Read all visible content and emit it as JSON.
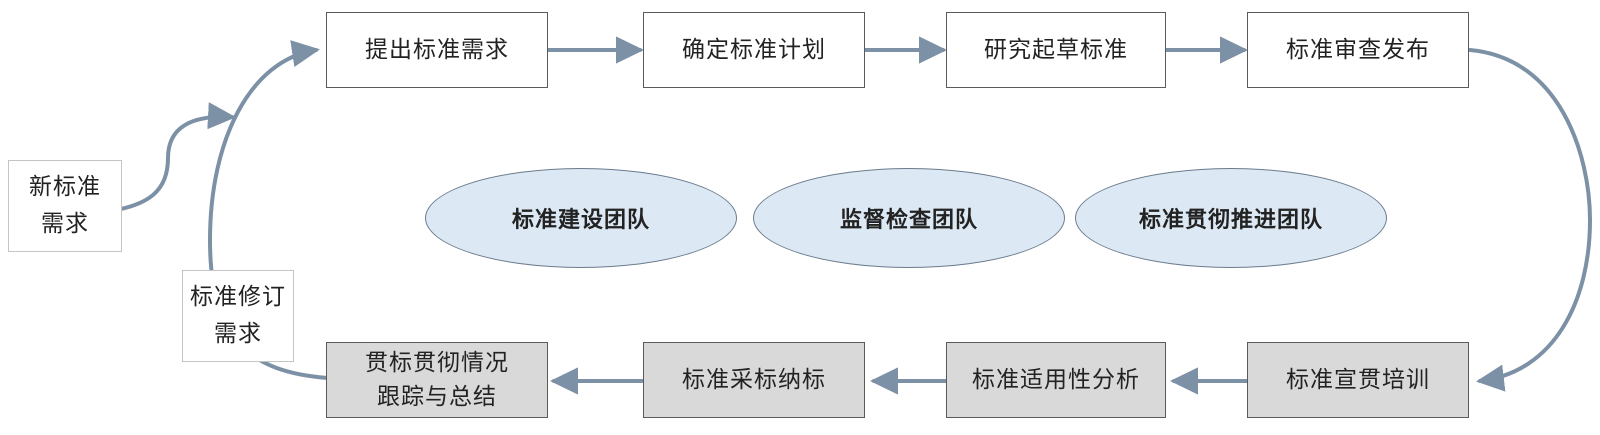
{
  "top_steps": [
    "提出标准需求",
    "确定标准计划",
    "研究起草标准",
    "标准审查发布"
  ],
  "bottom_steps": [
    "贯标贯彻情况\n跟踪与总结",
    "标准采标纳标",
    "标准适用性分析",
    "标准宣贯培训"
  ],
  "side_inputs": {
    "new_demand": "新标准\n需求",
    "revision_demand": "标准修订\n需求"
  },
  "teams": [
    "标准建设团队",
    "监督检查团队",
    "标准贯彻推进团队"
  ],
  "colors": {
    "arrow": "#7d91a6",
    "team_fill": "#dce8f3",
    "bottom_box_fill": "#d9d9d9"
  }
}
